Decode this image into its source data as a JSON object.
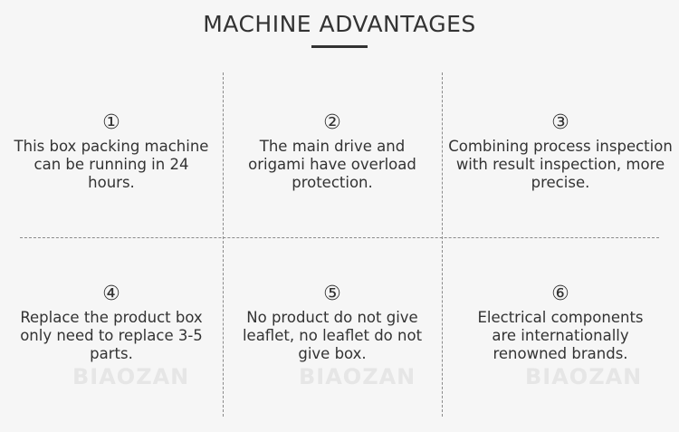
{
  "title": "MACHINE ADVANTAGES",
  "watermark": "BIAOZAN",
  "advantages": [
    {
      "number": "①",
      "text": "This box packing machine can be running in 24 hours."
    },
    {
      "number": "②",
      "text": "The main drive and origami have overload protection."
    },
    {
      "number": "③",
      "text": "Combining process inspection with result inspection, more precise."
    },
    {
      "number": "④",
      "text": "Replace the product box only need to replace 3-5 parts."
    },
    {
      "number": "⑤",
      "text": "No product do not give leaflet, no leaflet do not give box."
    },
    {
      "number": "⑥",
      "text": "Electrical components are internationally renowned brands."
    }
  ],
  "colors": {
    "background": "#f6f6f6",
    "text": "#333333",
    "divider": "#8a8a8a",
    "watermark": "#e6e6e6"
  }
}
